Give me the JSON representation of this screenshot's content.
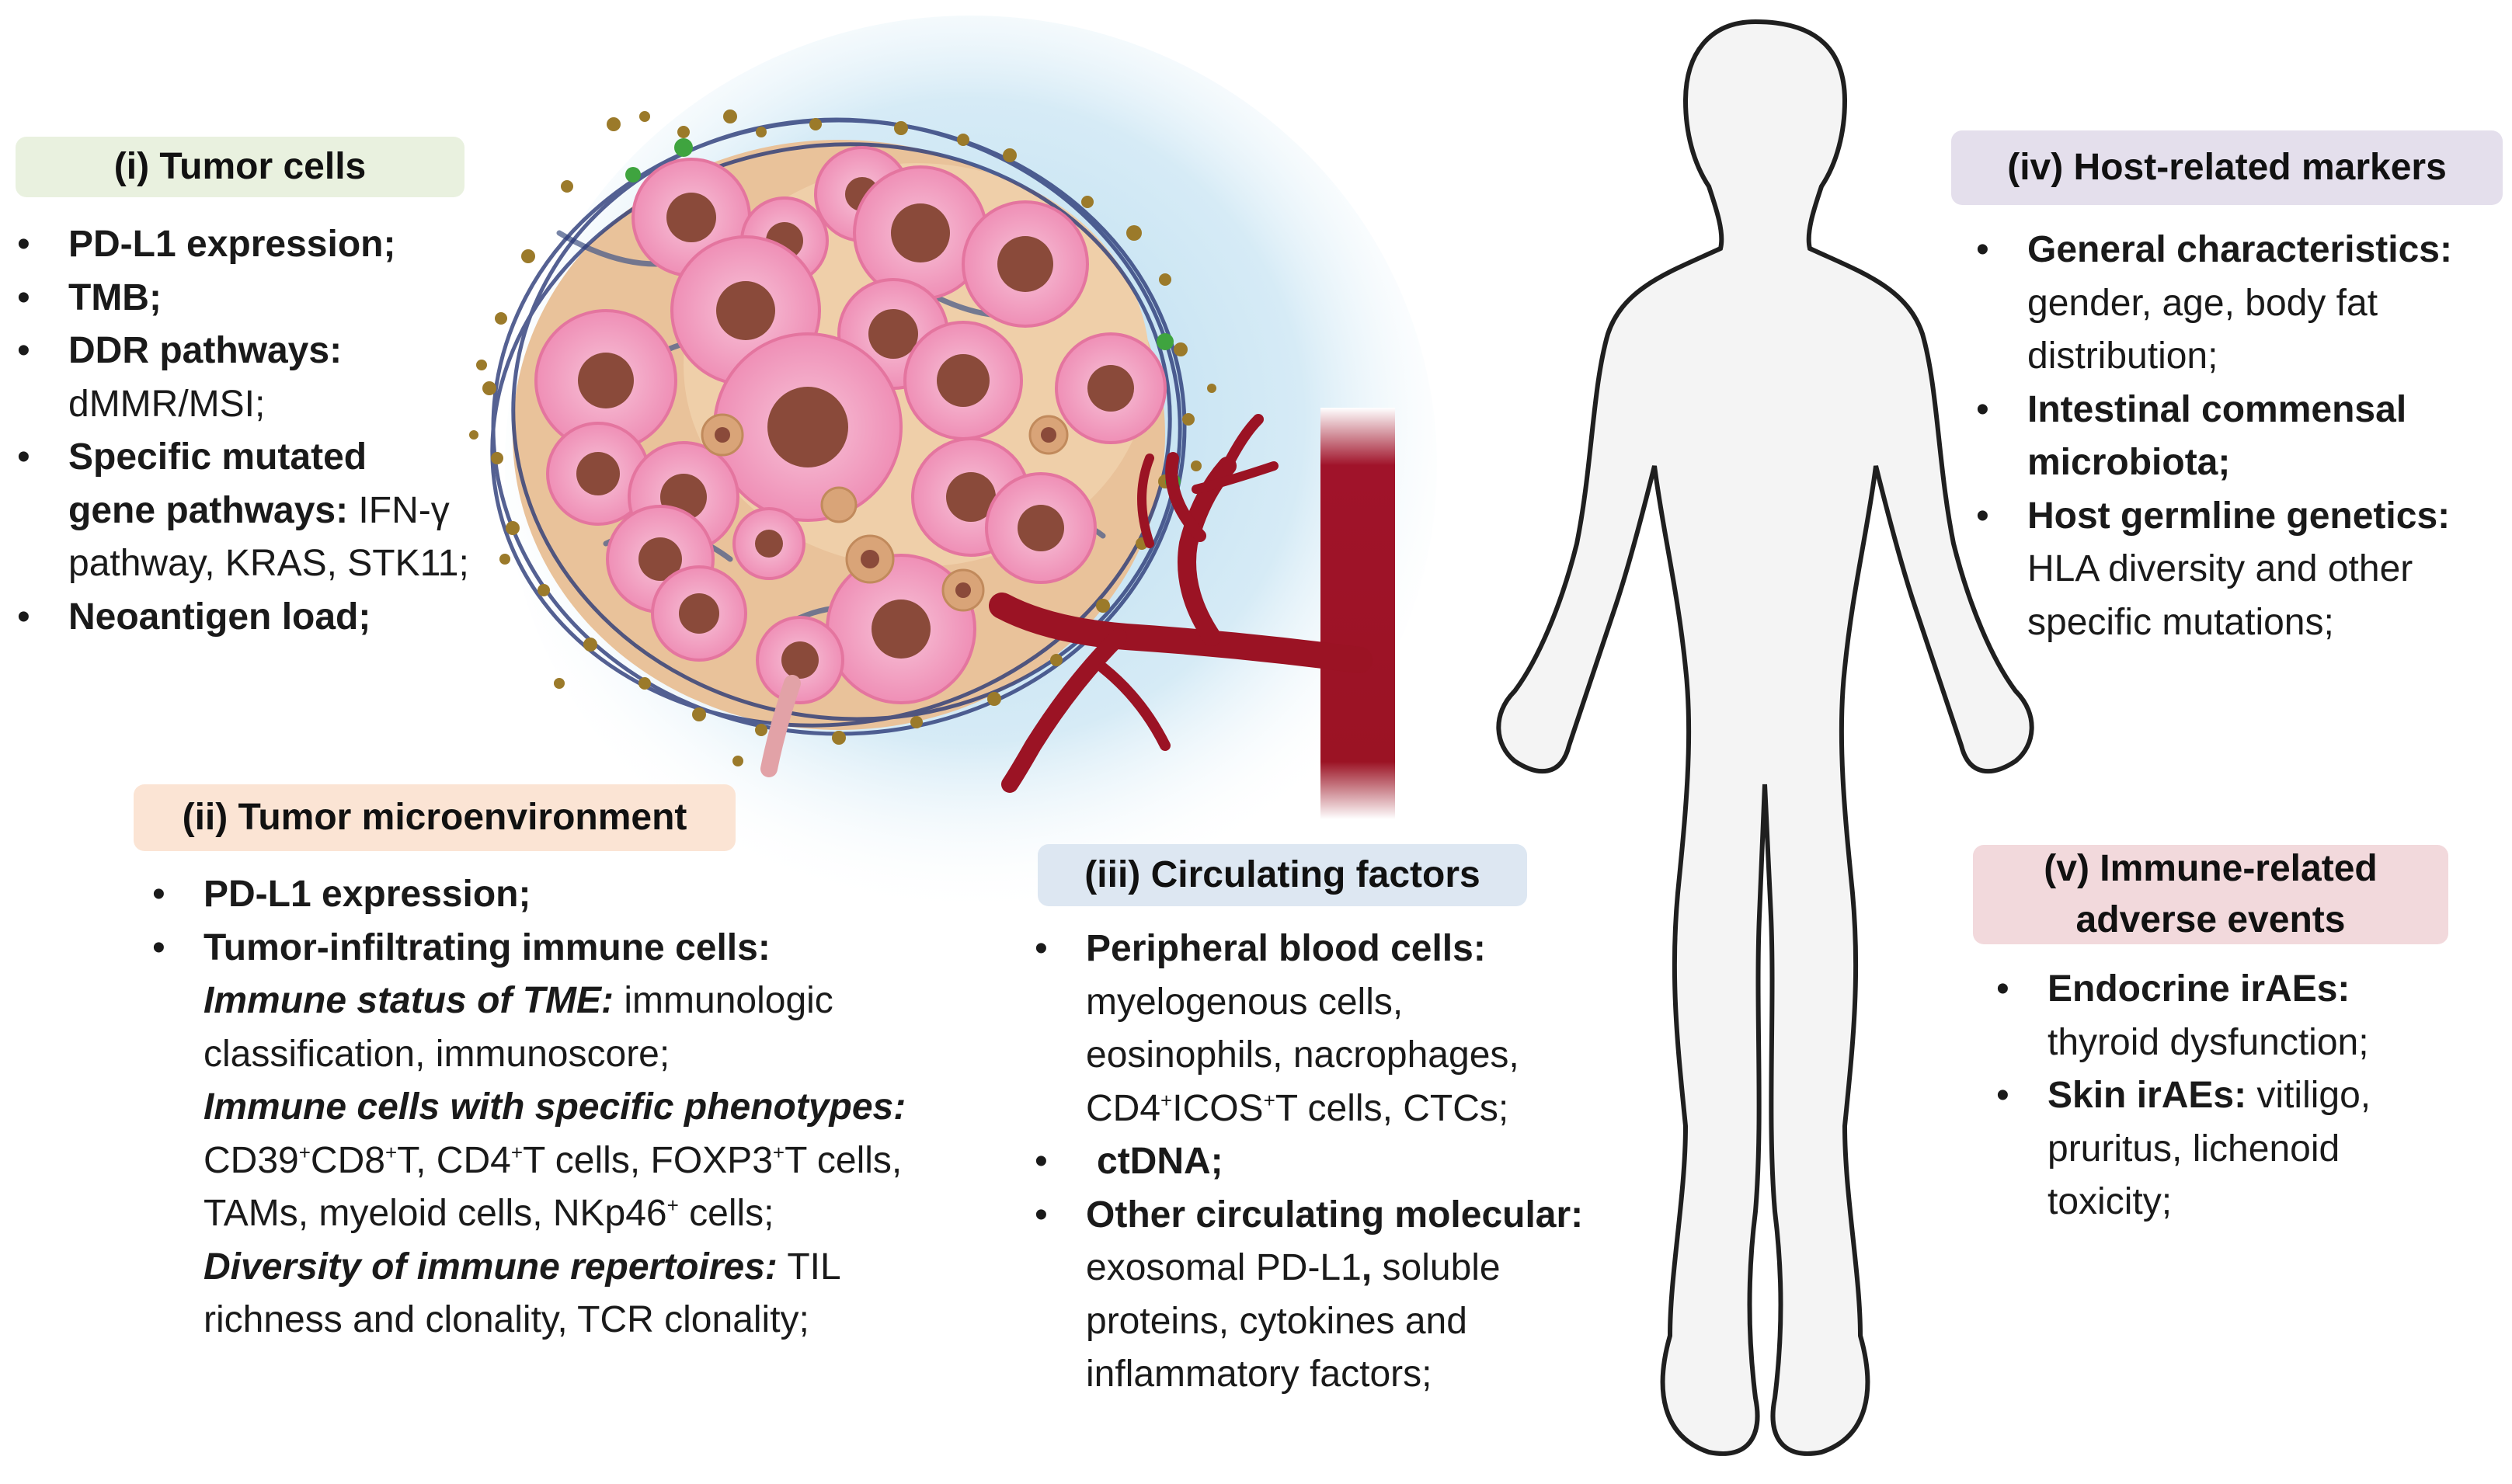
{
  "colors": {
    "tumor_cells_header": "#e9f1df",
    "tme_header": "#fbe4d4",
    "circulating_header": "#dde7f2",
    "host_header": "#e4dfec",
    "irae_header": "#f2d9dc",
    "tumor_halo": "#c9e3f1",
    "tumor_cell_pink": "#f3a7c6",
    "tumor_cell_nucleus": "#8a4a3a",
    "stroma_beige": "#e8bf92",
    "blood_vessel": "#9b1324",
    "body_fill": "#f4f4f4",
    "body_outline": "#1f1f1f"
  },
  "icons": [
    "tumor-mass-illustration",
    "blood-vessel-illustration",
    "human-body-silhouette"
  ],
  "tumor_cells": {
    "title": "(i) Tumor cells",
    "items": [
      {
        "bold": "PD-L1 expression;"
      },
      {
        "bold": "TMB;"
      },
      {
        "bold": "DDR pathways:",
        "line2": "dMMR/MSI;"
      },
      {
        "bold": "Specific mutated",
        "bold2": "gene pathways:",
        "rest2": " IFN-γ",
        "line3": "pathway, KRAS, STK11;"
      },
      {
        "bold": "Neoantigen load;"
      }
    ]
  },
  "tme": {
    "title": "(ii) Tumor microenvironment",
    "item1": "PD-L1 expression;",
    "item2": "Tumor-infiltrating immune cells:",
    "status_bold": "Immune status of TME:",
    "status_rest": " immunologic",
    "status_line2": "classification, immunoscore;",
    "phen_bold": "Immune cells with specific phenotypes:",
    "phen_l1": [
      "CD39",
      "+",
      "CD8",
      "+",
      "T, CD4",
      "+",
      "T cells, FOXP3",
      "+",
      "T cells,"
    ],
    "phen_l2": [
      "TAMs, myeloid cells, NKp46",
      "+",
      " cells;"
    ],
    "div_bold": "Diversity of immune repertoires:",
    "div_rest": " TIL",
    "div_line2": "richness and clonality, TCR clonality;"
  },
  "circ": {
    "title": "(iii) Circulating factors",
    "item1": "Peripheral blood cells:",
    "item1_l1": "myelogenous cells,",
    "item1_l2": "eosinophils, nacrophages,",
    "item1_l3": [
      "CD4",
      "+",
      "ICOS",
      "+",
      "T cells, CTCs;"
    ],
    "item2": "ctDNA;",
    "item3": "Other circulating molecular:",
    "item3_l1a": "exosomal PD-L1",
    "item3_l1b": ",",
    "item3_l1c": " soluble",
    "item3_l2": "proteins, cytokines and",
    "item3_l3": "inflammatory factors;"
  },
  "host": {
    "title": "(iv) Host-related markers",
    "item1": "General characteristics:",
    "item1_l1": "gender, age, body fat",
    "item1_l2": "distribution;",
    "item2": "Intestinal commensal",
    "item2_l2": "microbiota;",
    "item3": "Host germline genetics:",
    "item3_l1": "HLA diversity and other",
    "item3_l2": "specific mutations;"
  },
  "irae": {
    "title1": "(v) Immune-related",
    "title2": "adverse events",
    "item1": "Endocrine irAEs:",
    "item1_l1": "thyroid dysfunction;",
    "item2": "Skin irAEs:",
    "item2_rest": " vitiligo,",
    "item2_l2": "pruritus, lichenoid",
    "item2_l3": "toxicity;"
  }
}
